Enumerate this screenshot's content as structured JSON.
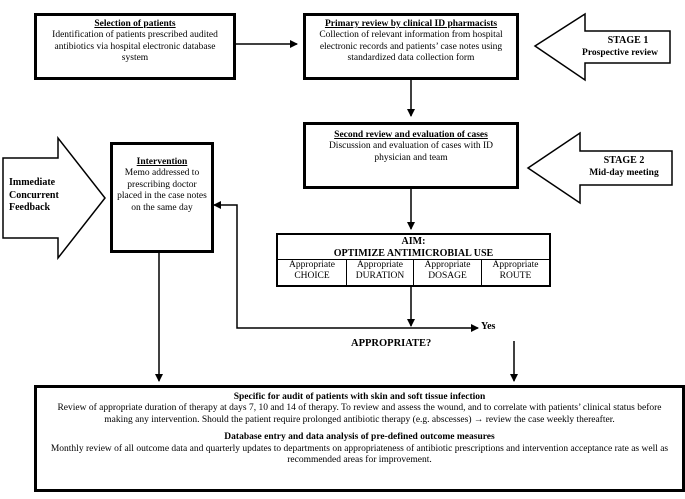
{
  "selection": {
    "title": "Selection of patients",
    "text": "Identification of patients prescribed audited antibiotics via hospital electronic database system"
  },
  "primary": {
    "title": "Primary review by clinical ID pharmacists",
    "text": "Collection of relevant information from hospital electronic records and patients’ case notes using standardized data collection form"
  },
  "stage1": {
    "label": "STAGE 1",
    "sub": "Prospective review"
  },
  "second": {
    "title": "Second review and evaluation of cases",
    "text": "Discussion and evaluation of cases with ID physician and team"
  },
  "stage2": {
    "label": "STAGE 2",
    "sub": "Mid-day meeting"
  },
  "intervention": {
    "title": "Intervention",
    "text": "Memo addressed to prescribing doctor placed in the case notes on the same day"
  },
  "feedback": {
    "text": "Immediate Concurrent Feedback"
  },
  "aim": {
    "title": "AIM:",
    "subtitle": "OPTIMIZE ANTIMICROBIAL USE",
    "cells": [
      {
        "line1": "Appropriate",
        "line2": "CHOICE"
      },
      {
        "line1": "Appropriate",
        "line2": "DURATION"
      },
      {
        "line1": "Appropriate",
        "line2": "DOSAGE"
      },
      {
        "line1": "Appropriate",
        "line2": "ROUTE"
      }
    ]
  },
  "appropriate_label": "APPROPRIATE?",
  "yes_label": "Yes",
  "bottom": {
    "heading1": "Specific for audit of patients with skin and soft tissue infection",
    "text1": "Review of appropriate duration of therapy at days 7, 10 and 14 of therapy. To review and assess the wound, and to correlate with patients’ clinical status before making any intervention. Should the patient require prolonged antibiotic therapy (e.g. abscesses) → review the case weekly thereafter.",
    "heading2": "Database entry and data analysis of pre-defined outcome measures",
    "text2": "Monthly review of all outcome data and quarterly updates to departments on appropriateness of antibiotic prescriptions and intervention acceptance rate as well as recommended areas for improvement."
  }
}
